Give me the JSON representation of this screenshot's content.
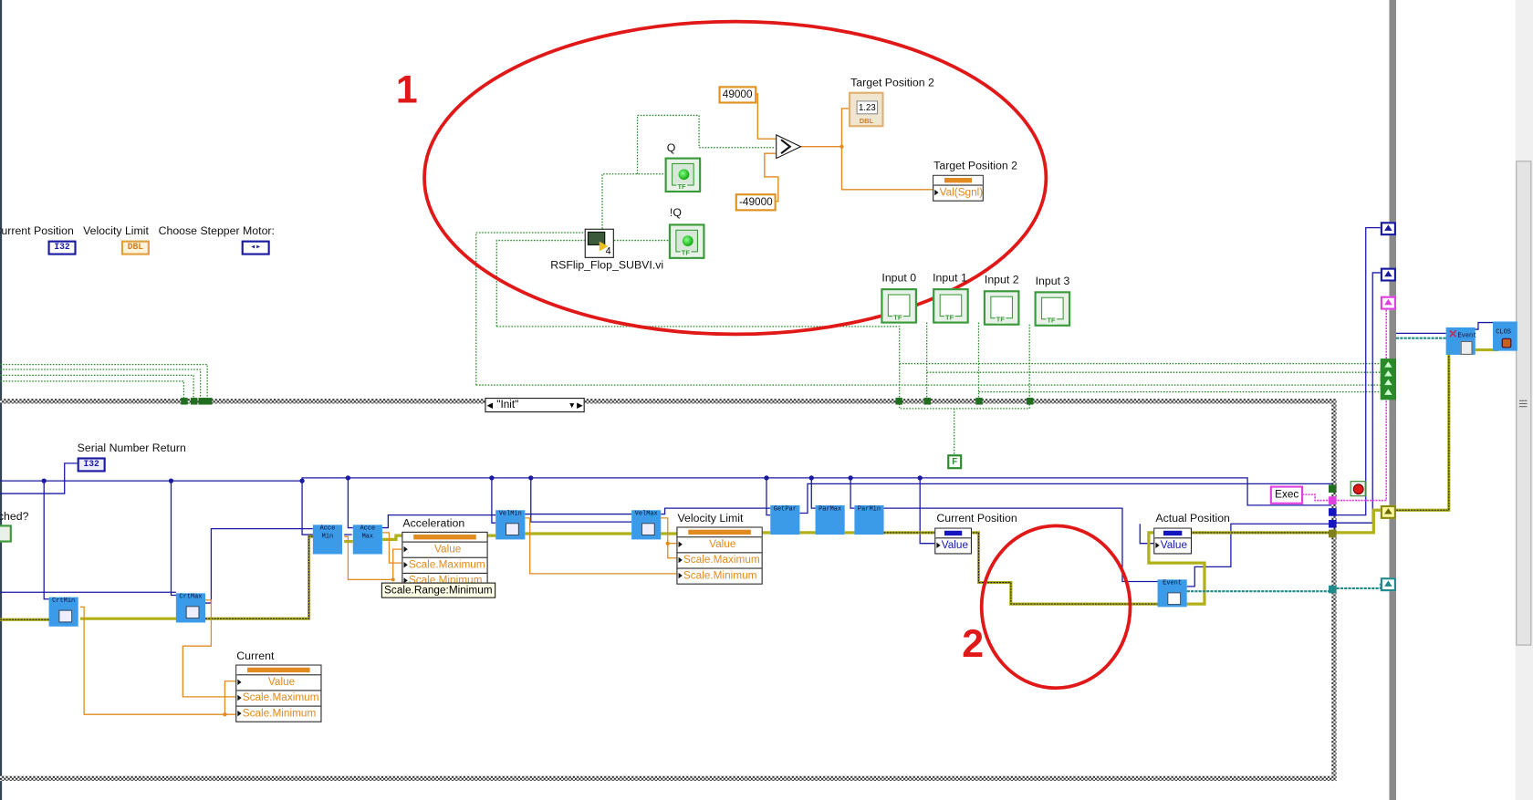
{
  "annotations": {
    "one": "1",
    "two": "2"
  },
  "colors": {
    "annotation": "#e01818",
    "refnum_wire": "#1a1aa0",
    "numeric_wire": "#e08a20",
    "bool_wire": "#2a8a2a",
    "error_wire": "#c8c820",
    "string_wire": "#e040e0",
    "method_node": "#3c9be8"
  },
  "front_terminals": [
    {
      "label": "Current Position",
      "type": "I32"
    },
    {
      "label": "Velocity Limit",
      "type": "DBL"
    },
    {
      "label": "Choose Stepper Motor:",
      "type": "◂▸"
    }
  ],
  "flipflop": {
    "subvi_label": "RSFlip_Flop_SUBVI.vi",
    "subvi_badge": "4",
    "q_label": "Q",
    "nq_label": "!Q",
    "led_tag": "TF",
    "const_high": "49000",
    "const_low": "-49000",
    "target_indicator": {
      "label": "Target Position  2",
      "value": "1.23",
      "type": "DBL"
    },
    "target_property": {
      "label": "Target Position  2",
      "row": "Val(Sgnl)"
    }
  },
  "inputs": [
    {
      "label": "Input 0"
    },
    {
      "label": "Input 1"
    },
    {
      "label": "Input 2"
    },
    {
      "label": "Input 3"
    }
  ],
  "case_structure": {
    "selector": "\"Init\"",
    "false_const": "F"
  },
  "init_case": {
    "serial_number": {
      "label": "Serial Number Return",
      "type": "I32"
    },
    "partial_label": "ched?",
    "method_nodes": {
      "crt_min": "CrtMin",
      "crt_max": "CrtMax",
      "acc_min": "Acce Min",
      "acc_max": "Acce Max",
      "vel_min": "VelMin",
      "vel_max": "VelMax",
      "get_par": "GetPar",
      "par_max": "ParMax",
      "par_min": "ParMin",
      "event": "Event"
    },
    "acceleration": {
      "label": "Acceleration",
      "rows": [
        "Value",
        "Scale.Maximum",
        "Scale.Minimum"
      ],
      "tooltip": "Scale.Range:Minimum"
    },
    "velocity_limit": {
      "label": "Velocity Limit",
      "rows": [
        "Value",
        "Scale.Maximum",
        "Scale.Minimum"
      ]
    },
    "current": {
      "label": "Current",
      "rows": [
        "Value",
        "Scale.Maximum",
        "Scale.Minimum"
      ]
    },
    "current_position": {
      "label": "Current Position",
      "row": "Value"
    },
    "actual_position": {
      "label": "Actual Position",
      "row": "Value"
    },
    "exec_const": "Exec"
  },
  "right_side": {
    "event_node": "Event",
    "close_node": "CLOS"
  }
}
